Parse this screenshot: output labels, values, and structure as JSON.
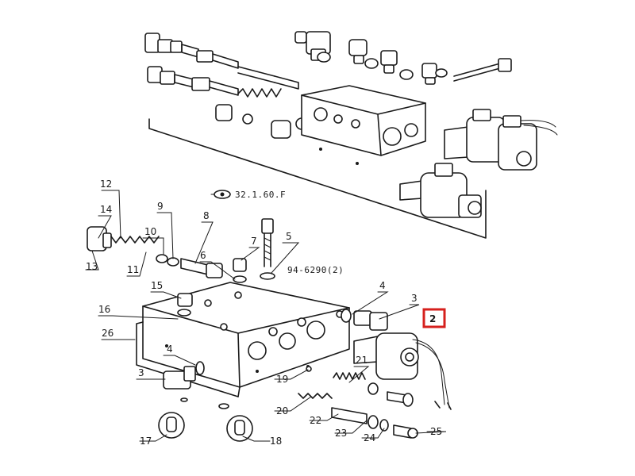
{
  "diagram": {
    "reference_top": "32.1.60.F",
    "reference_mid": "94-6290(2)",
    "callouts": [
      {
        "n": "12"
      },
      {
        "n": "14"
      },
      {
        "n": "13"
      },
      {
        "n": "11"
      },
      {
        "n": "10"
      },
      {
        "n": "9"
      },
      {
        "n": "8"
      },
      {
        "n": "7"
      },
      {
        "n": "6"
      },
      {
        "n": "5"
      },
      {
        "n": "15"
      },
      {
        "n": "16"
      },
      {
        "n": "26"
      },
      {
        "n": "4"
      },
      {
        "n": "4"
      },
      {
        "n": "3"
      },
      {
        "n": "3"
      },
      {
        "n": "2"
      },
      {
        "n": "21"
      },
      {
        "n": "19"
      },
      {
        "n": "20"
      },
      {
        "n": "22"
      },
      {
        "n": "23"
      },
      {
        "n": "24"
      },
      {
        "n": "25"
      },
      {
        "n": "17"
      },
      {
        "n": "18"
      }
    ],
    "highlight": {
      "n": "2",
      "color": "#d6201d"
    }
  }
}
